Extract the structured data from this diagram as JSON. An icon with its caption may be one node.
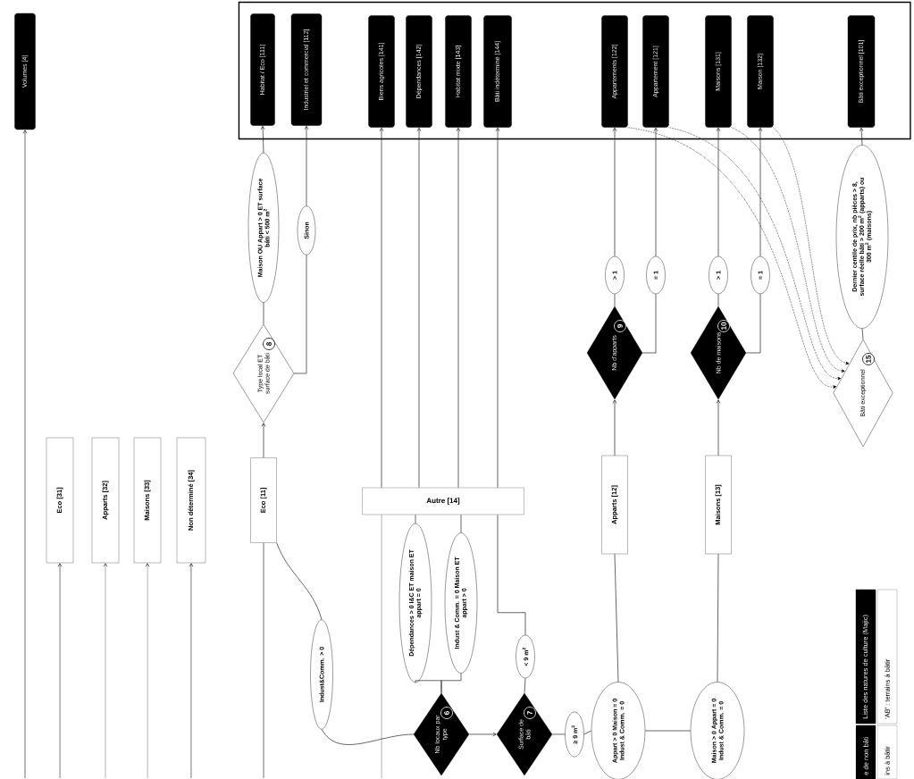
{
  "diagram": {
    "nodes": [
      {
        "text": [
          "Volumes [4]"
        ]
      },
      {
        "text": [],
        "shape": "box"
      },
      {
        "text": [
          "Habitat / Eco [111]"
        ],
        "in": 1
      },
      {
        "text": [
          "Industriel et commercial [112]"
        ],
        "in": 1
      },
      {
        "text": [
          "Biens agricoles [141]"
        ],
        "in": 1
      },
      {
        "text": [
          "Dépendances [142]"
        ],
        "in": 1
      },
      {
        "text": [
          "Habitat mixte [143]"
        ],
        "in": 1
      },
      {
        "text": [
          "Bâti indéterminé [144]"
        ],
        "in": 1
      },
      {
        "text": [
          "Appartements [122]"
        ],
        "in": 1
      },
      {
        "text": [
          "Appartement [121]"
        ],
        "in": 1
      },
      {
        "text": [
          "Maisons [131]"
        ],
        "in": 1
      },
      {
        "text": [
          "Maison [132]"
        ],
        "in": 1
      },
      {
        "text": [
          "Bâti exceptionnel [101]"
        ],
        "in": 1
      },
      {
        "text": [
          "Eco [31]"
        ]
      },
      {
        "text": [
          "Apparts [32]"
        ]
      },
      {
        "text": [
          "Maisons [33]"
        ]
      },
      {
        "text": [
          "Non déterminé [34]"
        ]
      },
      {
        "text": [
          "Eco [11]"
        ]
      },
      {
        "text": [
          "Type local ET surface de bâti",
          "8"
        ]
      },
      {
        "text": [
          "Maison OU Appart > 0 ET surface bâti < 500 m$^{2}$"
        ]
      },
      {
        "text": [
          "Sinon"
        ]
      },
      {
        "text": [
          "Indust&Comm. > 0"
        ]
      },
      {
        "text": [
          "Autre [14]"
        ]
      },
      {
        "text": [
          "Dépendances > 0 I&C ET maison ET appart = 0"
        ]
      },
      {
        "text": [
          "Indust & Comm. = 0 Maison ET appart > 0"
        ]
      },
      {
        "text": [
          "Nb locaux par type",
          "6"
        ]
      },
      {
        "text": [
          "Surface de bâti",
          "7"
        ]
      },
      {
        "text": [
          "< 9 m$^{2}$"
        ]
      },
      {
        "text": [
          "≥ 9 m$^{2}$"
        ]
      },
      {
        "text": [
          "Appart > 0 Maison = 0 Indust & Comm. = 0"
        ]
      },
      {
        "text": [
          "Maison > 0 Appart = 0 Indust & Comm. = 0"
        ]
      },
      {
        "text": [
          "Apparts [12]"
        ]
      },
      {
        "text": [
          "Maisons [13]"
        ]
      },
      {
        "text": [
          "Nb d'apparts",
          "9"
        ]
      },
      {
        "text": [
          "Nb de maisons",
          "10"
        ]
      },
      {
        "text": [
          "> 1"
        ]
      },
      {
        "text": [
          "= 1"
        ]
      },
      {
        "text": [
          "> 1"
        ]
      },
      {
        "text": [
          "= 1"
        ]
      },
      {
        "text": [
          "Bâti exceptionnel",
          "15"
        ]
      },
      {
        "text": [
          "Dernier centile de prix, nb pièces > 8, surface réelle bâti > 200 m$^{2}$ (apparts) ou 300 m$^{2}$ (maisons)"
        ]
      }
    ],
    "edges": [
      {
        "from": null,
        "to": 0,
        "arrow": "to"
      },
      {
        "from": null,
        "to": 13,
        "arrow": "to"
      },
      {
        "from": null,
        "to": 14,
        "arrow": "to"
      },
      {
        "from": null,
        "to": 15,
        "arrow": "to"
      },
      {
        "from": null,
        "to": 16,
        "arrow": "to"
      },
      {
        "from": null,
        "to": 17,
        "arrow": "none"
      },
      {
        "from": 17,
        "to": 18,
        "arrow": "to"
      },
      {
        "from": 18,
        "to": 19,
        "arrow": "none"
      },
      {
        "from": 19,
        "to": 2,
        "arrow": "to"
      },
      {
        "from": 18,
        "to": 20,
        "arrow": "none"
      },
      {
        "from": 20,
        "to": 3,
        "arrow": "to"
      },
      {
        "from": 25,
        "to": 21,
        "arrow": "none"
      },
      {
        "from": 21,
        "to": 17,
        "arrow": "none"
      },
      {
        "from": null,
        "to": 22,
        "arrow": "none"
      },
      {
        "from": 22,
        "to": 4,
        "arrow": "to"
      },
      {
        "from": 22,
        "to": 5,
        "arrow": "to"
      },
      {
        "from": 22,
        "to": 6,
        "arrow": "to"
      },
      {
        "from": 22,
        "to": 7,
        "arrow": "to"
      },
      {
        "from": 23,
        "to": 22,
        "arrow": "none"
      },
      {
        "from": 24,
        "to": 22,
        "arrow": "none"
      },
      {
        "from": 25,
        "to": 23,
        "arrow": "none"
      },
      {
        "from": 25,
        "to": 24,
        "arrow": "none"
      },
      {
        "from": 25,
        "to": 26,
        "arrow": "to"
      },
      {
        "from": 26,
        "to": 27,
        "arrow": "none"
      },
      {
        "from": 27,
        "to": 22,
        "arrow": "none"
      },
      {
        "from": 26,
        "to": 28,
        "arrow": "none"
      },
      {
        "from": 28,
        "to": 29,
        "arrow": "none"
      },
      {
        "from": 29,
        "to": 30,
        "arrow": "none"
      },
      {
        "from": 29,
        "to": 31,
        "arrow": "none"
      },
      {
        "from": 30,
        "to": 32,
        "arrow": "none"
      },
      {
        "from": 31,
        "to": 33,
        "arrow": "to"
      },
      {
        "from": 32,
        "to": 34,
        "arrow": "to"
      },
      {
        "from": 33,
        "to": 35,
        "arrow": "none"
      },
      {
        "from": 35,
        "to": 8,
        "arrow": "to"
      },
      {
        "from": 33,
        "to": 36,
        "arrow": "none"
      },
      {
        "from": 36,
        "to": 9,
        "arrow": "to"
      },
      {
        "from": 34,
        "to": 37,
        "arrow": "none"
      },
      {
        "from": 37,
        "to": 10,
        "arrow": "to"
      },
      {
        "from": 34,
        "to": 38,
        "arrow": "none"
      },
      {
        "from": 38,
        "to": 11,
        "arrow": "to"
      },
      {
        "from": 8,
        "to": 39,
        "arrow": "to",
        "style": "dashed"
      },
      {
        "from": 9,
        "to": 39,
        "arrow": "to",
        "style": "dashed"
      },
      {
        "from": 10,
        "to": 39,
        "arrow": "to",
        "style": "dashed"
      },
      {
        "from": 11,
        "to": 39,
        "arrow": "to",
        "style": "dashed"
      },
      {
        "from": 39,
        "to": 40,
        "arrow": "none"
      },
      {
        "from": 40,
        "to": 12,
        "arrow": "to"
      }
    ],
    "labels": [
      "e de non bâti",
      "Liste des natures de culture (Majic)",
      "ins à bâtir",
      "'AB' : terrains à bâtir"
    ]
  }
}
